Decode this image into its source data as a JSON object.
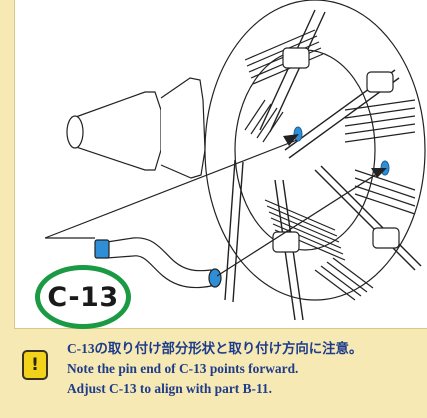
{
  "part_label": "C-13",
  "note": {
    "icon": "exclamation-warning-icon",
    "lines": [
      "C-13の取り付け部分形状と取り付け方向に注意。",
      "Note the pin end of C-13 points forward.",
      "Adjust C-13 to align with part B-11."
    ]
  },
  "colors": {
    "background": "#f6e9b4",
    "callout_ring": "#1b9a44",
    "part_highlight": "#2f8fd6",
    "note_text": "#1e3c8a",
    "warning": "#f3d21b"
  }
}
